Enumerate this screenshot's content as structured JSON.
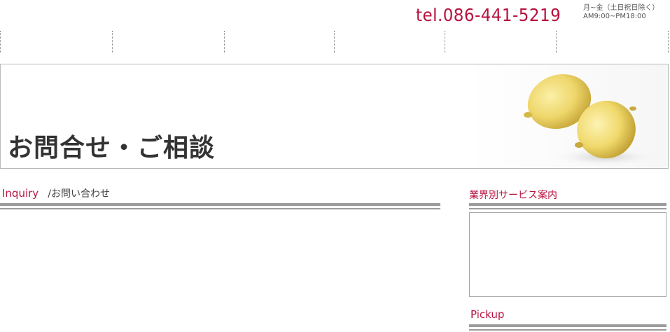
{
  "header": {
    "tel": "tel.086-441-5219",
    "hours_days": "月~金（土日祝日除く）",
    "hours_time": "AM9:00~PM18:00"
  },
  "nav": {
    "item_count": 6
  },
  "hero": {
    "title": "お問合せ・ご相談",
    "image_icon": "lemons-image"
  },
  "main": {
    "heading_en": "Inquiry",
    "heading_jp": "/お問い合わせ"
  },
  "sidebar": {
    "services_title": "業界別サービス案内",
    "pickup_title": "Pickup"
  },
  "colors": {
    "accent": "#b8123e",
    "rule": "#9c9c9c",
    "border": "#a8a8a8"
  }
}
